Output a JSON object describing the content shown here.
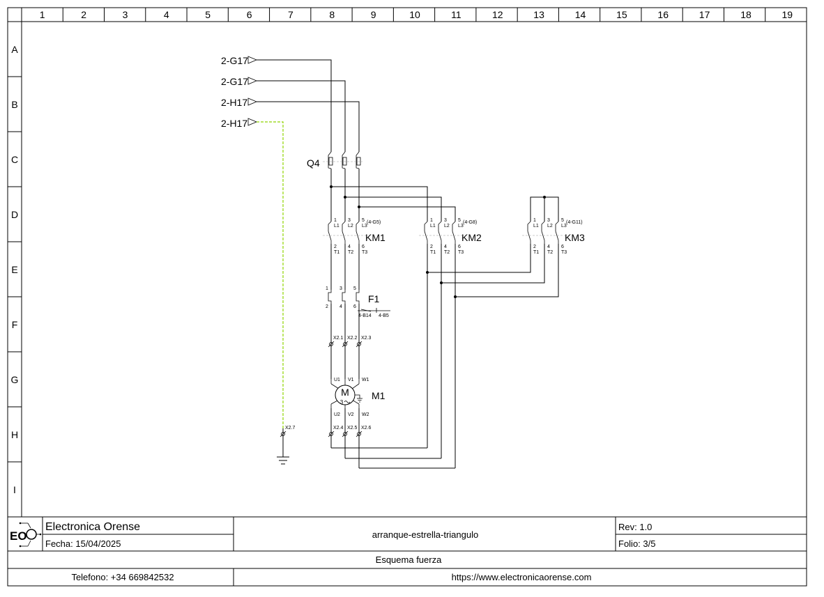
{
  "frame": {
    "columns": [
      "1",
      "2",
      "3",
      "4",
      "5",
      "6",
      "7",
      "8",
      "9",
      "10",
      "11",
      "12",
      "13",
      "14",
      "15",
      "16",
      "17",
      "18",
      "19"
    ],
    "rows": [
      "A",
      "B",
      "C",
      "D",
      "E",
      "F",
      "G",
      "H",
      "I"
    ]
  },
  "colors": {
    "wire": "#000000",
    "protective_earth": "#8fd400",
    "mech_link": "#9a9a9a"
  },
  "references": {
    "l1": "2-G17",
    "l2": "2-G17",
    "l3": "2-H17",
    "pe": "2-H17"
  },
  "q4": {
    "tag": "Q4"
  },
  "km1": {
    "tag": "KM1",
    "ref": "(4-G5)",
    "top": [
      "1",
      "3",
      "5"
    ],
    "top_l": [
      "L1",
      "L2",
      "L3"
    ],
    "bot": [
      "2",
      "4",
      "6"
    ],
    "bot_t": [
      "T1",
      "T2",
      "T3"
    ]
  },
  "km2": {
    "tag": "KM2",
    "ref": "(4-G8)",
    "top": [
      "1",
      "3",
      "5"
    ],
    "top_l": [
      "L1",
      "L2",
      "L3"
    ],
    "bot": [
      "2",
      "4",
      "6"
    ],
    "bot_t": [
      "T1",
      "T2",
      "T3"
    ]
  },
  "km3": {
    "tag": "KM3",
    "ref": "(4-G11)",
    "top": [
      "1",
      "3",
      "5"
    ],
    "top_l": [
      "L1",
      "L2",
      "L3"
    ],
    "bot": [
      "2",
      "4",
      "6"
    ],
    "bot_t": [
      "T1",
      "T2",
      "T3"
    ]
  },
  "f1": {
    "tag": "F1",
    "top": [
      "1",
      "3",
      "5"
    ],
    "bot": [
      "2",
      "4",
      "6"
    ],
    "contact_a": "4-B14",
    "contact_b": "4-B5"
  },
  "terminals": {
    "upper": [
      "X2.1",
      "X2.2",
      "X2.3"
    ],
    "lower": [
      "X2.4",
      "X2.5",
      "X2.6"
    ],
    "earth": "X2.7"
  },
  "motor": {
    "tag": "M1",
    "symbol": "M",
    "phases": "3",
    "top": [
      "U1",
      "V1",
      "W1"
    ],
    "bot": [
      "U2",
      "V2",
      "W2"
    ]
  },
  "title_block": {
    "company": "Electronica Orense",
    "logo": "EO",
    "date": "Fecha: 15/04/2025",
    "project": "arranque-estrella-triangulo",
    "rev": "Rev: 1.0",
    "folio": "Folio: 3/5",
    "sheet_title": "Esquema fuerza",
    "phone": "Telefono: +34 669842532",
    "website": "https://www.electronicaorense.com"
  }
}
